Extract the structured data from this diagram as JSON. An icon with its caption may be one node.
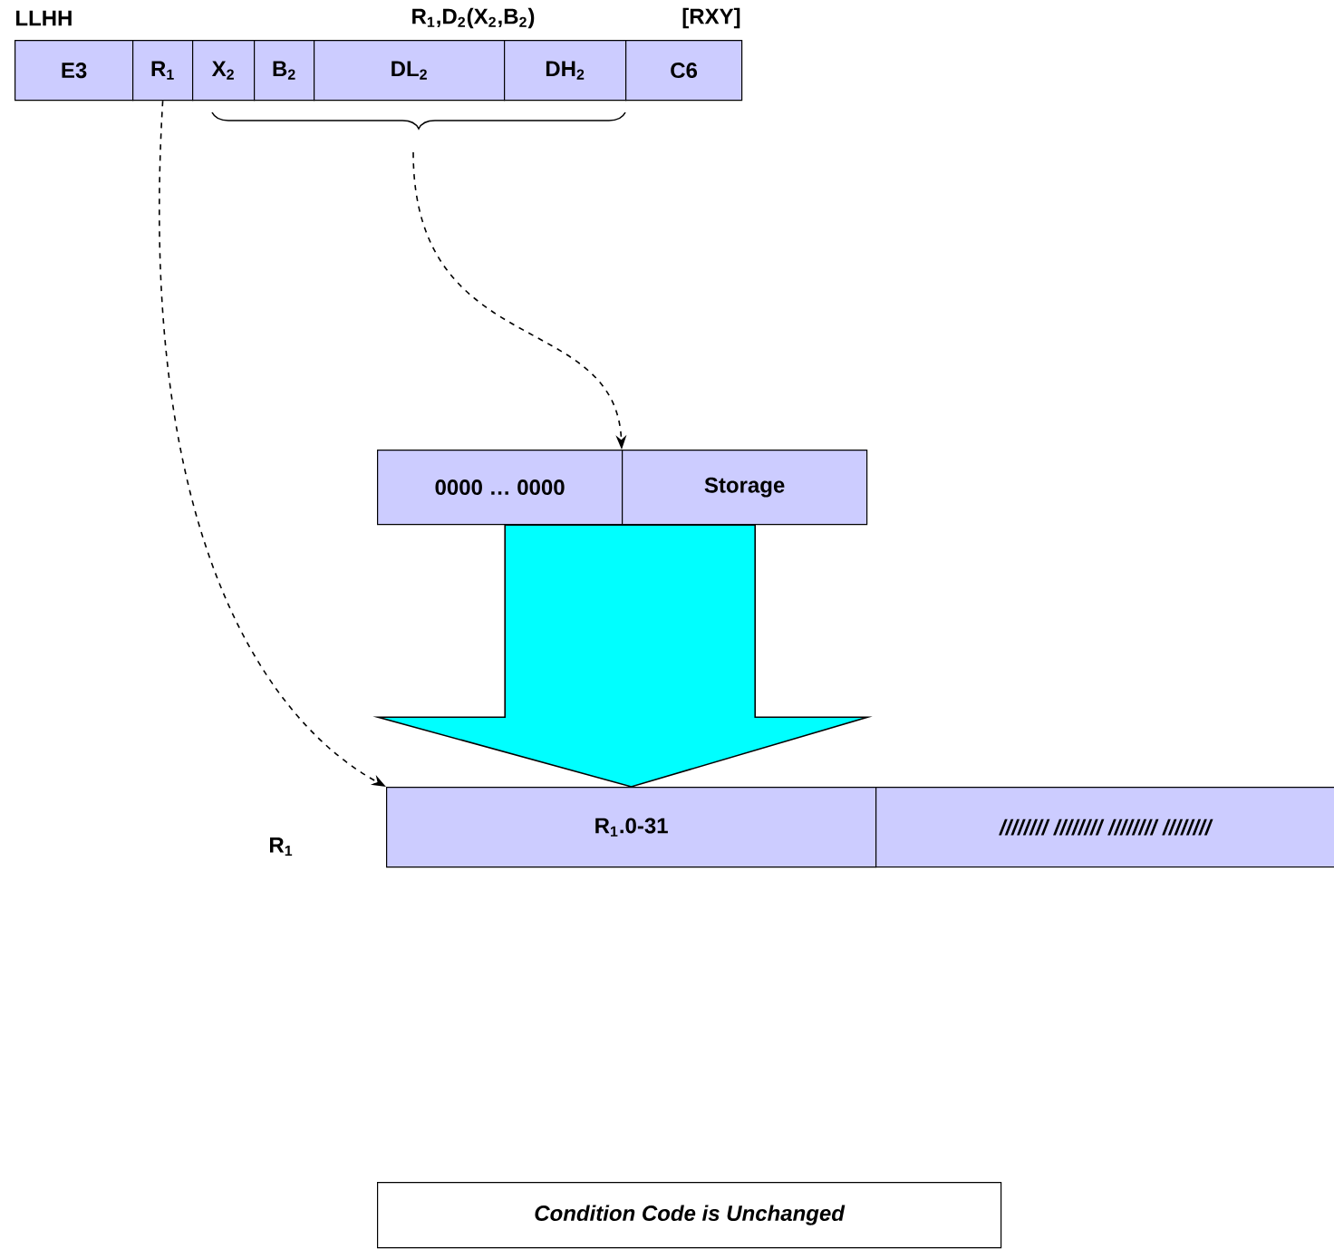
{
  "diagram": {
    "nodes": [
      {
        "text": [
          "E3"
        ]
      },
      {
        "text": [
          "R$_{1}$"
        ]
      },
      {
        "text": [
          "X$_{2}$"
        ]
      },
      {
        "text": [
          "B$_{2}$"
        ]
      },
      {
        "text": [
          "DL$_{2}$"
        ]
      },
      {
        "text": [
          "DH$_{2}$"
        ]
      },
      {
        "text": [
          "C6"
        ]
      },
      {
        "text": [
          "0000 … 0000"
        ]
      },
      {
        "text": [
          "Storage"
        ]
      },
      {
        "text": [
          "R$_{1}$.0-31"
        ]
      },
      {
        "text": [
          "//////// //////// //////// ////////"
        ]
      },
      {
        "text": [
          "Condition Code is Unchanged"
        ]
      }
    ],
    "edges": [
      {
        "from": 1,
        "to": 9,
        "arrow": "to",
        "style": "dashed"
      },
      {
        "from": null,
        "to": 8,
        "arrow": "to",
        "style": "dashed"
      },
      {
        "from": 7,
        "to": 9,
        "arrow": "to",
        "style": "thick",
        "color": "#00ffff"
      }
    ],
    "labels": [
      "LLHH",
      "R$_{1}$,D$_{2}$(X$_{2}$,B$_{2}$)",
      "[RXY]",
      "R$_{1}$"
    ]
  }
}
